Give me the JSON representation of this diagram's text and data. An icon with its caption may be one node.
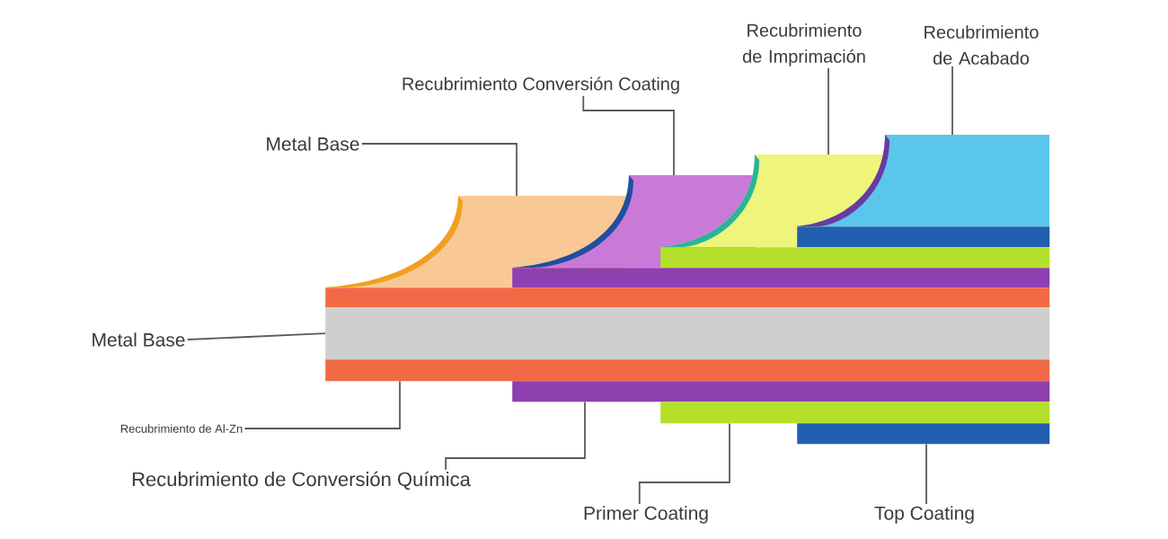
{
  "diagram": {
    "nodes": [
      {
        "text": [
          "Recubrimiento de Imprimación"
        ]
      },
      {
        "text": [
          "Recubrimiento de Acabado"
        ]
      },
      {
        "text": [
          "Recubrimiento Conversión Coating"
        ]
      },
      {
        "text": [
          "Metal Base"
        ]
      },
      {
        "text": [
          "Metal Base"
        ]
      },
      {
        "text": [
          "Recubrimiento de Al-Zn"
        ]
      },
      {
        "text": [
          "Recubrimiento de Conversión Química"
        ]
      },
      {
        "text": [
          "Primer Coating"
        ]
      },
      {
        "text": [
          "Top Coating"
        ]
      },
      {
        "text": [],
        "shape": "flap"
      },
      {
        "text": [],
        "shape": "flap"
      },
      {
        "text": [],
        "shape": "flap"
      },
      {
        "text": [],
        "shape": "flap"
      },
      {
        "text": [],
        "shape": "bar"
      },
      {
        "text": [],
        "shape": "bar"
      },
      {
        "text": [],
        "shape": "bar"
      },
      {
        "text": [],
        "shape": "bar"
      },
      {
        "text": [],
        "shape": "bar"
      },
      {
        "text": [],
        "shape": "bar"
      },
      {
        "text": [],
        "shape": "bar"
      },
      {
        "text": [],
        "shape": "bar"
      },
      {
        "text": [],
        "shape": "bar"
      }
    ],
    "edges": [
      {
        "from": 0,
        "to": 11,
        "arrow": "none"
      },
      {
        "from": 1,
        "to": 12,
        "arrow": "none"
      },
      {
        "from": 2,
        "to": 10,
        "arrow": "none"
      },
      {
        "from": 3,
        "to": 9,
        "arrow": "none"
      },
      {
        "from": 4,
        "to": 17,
        "arrow": "none"
      },
      {
        "from": 5,
        "to": 18,
        "arrow": "none"
      },
      {
        "from": 6,
        "to": 19,
        "arrow": "none"
      },
      {
        "from": 7,
        "to": 20,
        "arrow": "none"
      },
      {
        "from": 8,
        "to": 21,
        "arrow": "none"
      }
    ]
  }
}
